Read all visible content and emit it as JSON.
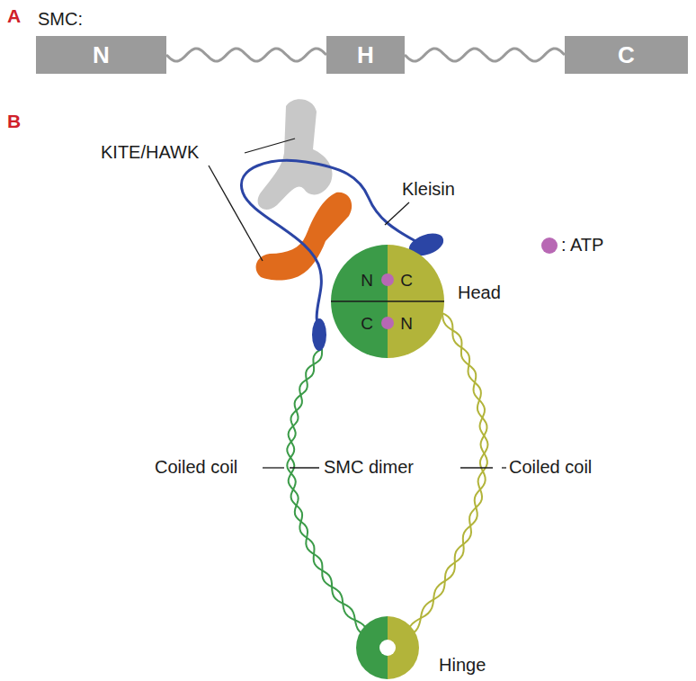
{
  "diagram": {
    "nodes": [
      {
        "text": [
          "N"
        ]
      },
      {
        "text": [
          "H"
        ]
      },
      {
        "text": [
          "C"
        ]
      },
      {
        "text": [
          "N",
          "C",
          "C",
          "N"
        ]
      }
    ],
    "edges": [
      {
        "from": 0,
        "to": 1,
        "arrow": "none"
      },
      {
        "from": 1,
        "to": 2,
        "arrow": "none"
      }
    ],
    "labels": [
      "A",
      "SMC:",
      "B",
      "KITE/HAWK",
      "Kleisin",
      "Head",
      "Coiled coil",
      "SMC dimer",
      "Coiled coil",
      "Hinge"
    ],
    "legend": [
      {
        "text": ": ATP",
        "color": "#b868b4"
      }
    ]
  }
}
